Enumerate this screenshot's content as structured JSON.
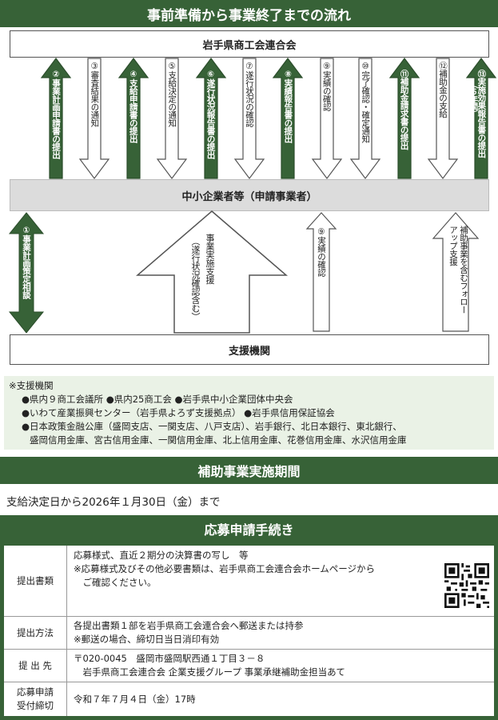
{
  "flow_section": {
    "title": "事前準備から事業終了までの流れ",
    "top_entity": "岩手県商工会連合会",
    "middle_entity": "中小企業者等（申請事業者）",
    "bottom_entity": "支援機関",
    "upper_steps": [
      {
        "num": "②",
        "text": "事業計画申請書の提出",
        "dir": "up"
      },
      {
        "num": "③",
        "text": "審査結果の通知",
        "dir": "down"
      },
      {
        "num": "④",
        "text": "支給申請書の提出",
        "dir": "up"
      },
      {
        "num": "⑤",
        "text": "支給決定の通知",
        "dir": "down"
      },
      {
        "num": "⑥",
        "text": "遂行状況報告書の提出",
        "dir": "up"
      },
      {
        "num": "⑦",
        "text": "遂行状況の確認",
        "dir": "down"
      },
      {
        "num": "⑧",
        "text": "実績報告書の提出",
        "dir": "up"
      },
      {
        "num": "⑨",
        "text": "実績の確認",
        "dir": "down"
      },
      {
        "num": "⑩",
        "text": "完了確認・確定通知",
        "dir": "down"
      },
      {
        "num": "⑪",
        "text": "補助金請求書の提出",
        "dir": "up"
      },
      {
        "num": "⑫",
        "text": "補助金の支給",
        "dir": "down"
      },
      {
        "num": "⑬",
        "text": "実施効果報告書の提出",
        "sub": "（５年間）",
        "dir": "up"
      }
    ],
    "lower": {
      "consult": {
        "num": "①",
        "text": "事業計画策定相談"
      },
      "support_main": "事業実施支援",
      "support_sub": "（遂行状況確認含む）",
      "confirm": {
        "num": "⑨",
        "text": "実績の確認"
      },
      "followup_line1": "補助事業を含むフォロー",
      "followup_line2": "アップ支援"
    }
  },
  "support_orgs": {
    "heading": "※支援機関",
    "lines": [
      "●県内９商工会議所 ●県内25商工会 ●岩手県中小企業団体中央会",
      "●いわて産業振興センター（岩手県よろず支援拠点） ●岩手県信用保証協会",
      "●日本政策金融公庫（盛岡支店、一関支店、八戸支店）、岩手銀行、北日本銀行、東北銀行、",
      "盛岡信用金庫、宮古信用金庫、一関信用金庫、北上信用金庫、花巻信用金庫、水沢信用金庫"
    ]
  },
  "period": {
    "title": "補助事業実施期間",
    "text": "支給決定日から2026年１月30日（金）まで"
  },
  "procedure": {
    "title": "応募申請手続き",
    "rows": [
      {
        "head": "提出書類",
        "lines": [
          "応募様式、直近２期分の決算書の写し　等",
          "※応募様式及びその他必要書類は、岩手県商工会連合会ホームページから",
          "　ご確認ください。"
        ]
      },
      {
        "head": "提出方法",
        "lines": [
          "各提出書類１部を岩手県商工会連合会へ郵送または持参",
          "※郵送の場合、締切日当日消印有効"
        ]
      },
      {
        "head": "提 出 先",
        "lines": [
          "〒020-0045　盛岡市盛岡駅西通１丁目３－８",
          "　岩手県商工会連合会 企業支援グループ 事業承継補助金担当あて"
        ]
      },
      {
        "head_line1": "応募申請",
        "head_line2": "受付締切",
        "lines": [
          "令和７年７月４日（金）17時"
        ]
      }
    ]
  },
  "colors": {
    "accent": "#376237",
    "note_bg": "#eaf2e6"
  },
  "icons": {
    "qr": "qr-code-icon"
  }
}
